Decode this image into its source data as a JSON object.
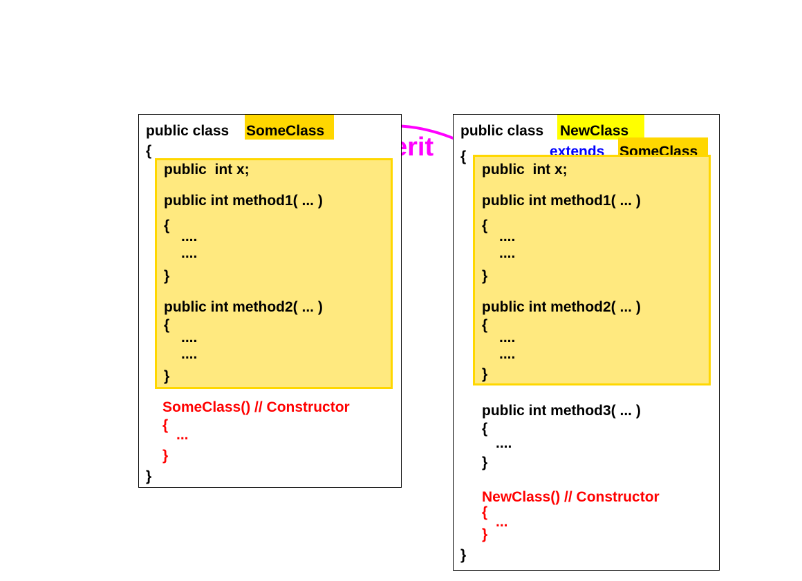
{
  "arrow": {
    "label": "Inherit",
    "color": "#ff00ff"
  },
  "left": {
    "decl_prefix": "public class ",
    "class_name": "SomeClass",
    "open_brace": "{",
    "close_brace": "}",
    "inherited_lines": [
      "public  int x;",
      "public int method1( ... )",
      "{",
      "....",
      "....",
      "}",
      "public int method2( ... )",
      "{",
      "....",
      "....",
      "}"
    ],
    "constructor": {
      "signature": "SomeClass() // Constructor",
      "open": "{",
      "body": "...",
      "close": "}"
    }
  },
  "right": {
    "decl_prefix": "public class ",
    "class_name": "NewClass",
    "extends_keyword": "extends",
    "extends_class": "SomeClass",
    "open_brace": "{",
    "close_brace": "}",
    "inherited_lines": [
      "public  int x;",
      "public int method1( ... )",
      "{",
      "....",
      "....",
      "}",
      "public int method2( ... )",
      "{",
      "....",
      "....",
      "}"
    ],
    "method3": {
      "signature": "public int method3( ... )",
      "open": "{",
      "body": "....",
      "close": "}"
    },
    "constructor": {
      "signature": "NewClass() // Constructor",
      "open": "{",
      "body": "...",
      "close": "}"
    }
  },
  "colors": {
    "highlight_orange": "#ffd700",
    "highlight_yellow": "#ffff00",
    "panel_fill": "#ffe97f",
    "constructor_red": "#ff0000",
    "extends_blue": "#0000ff"
  }
}
